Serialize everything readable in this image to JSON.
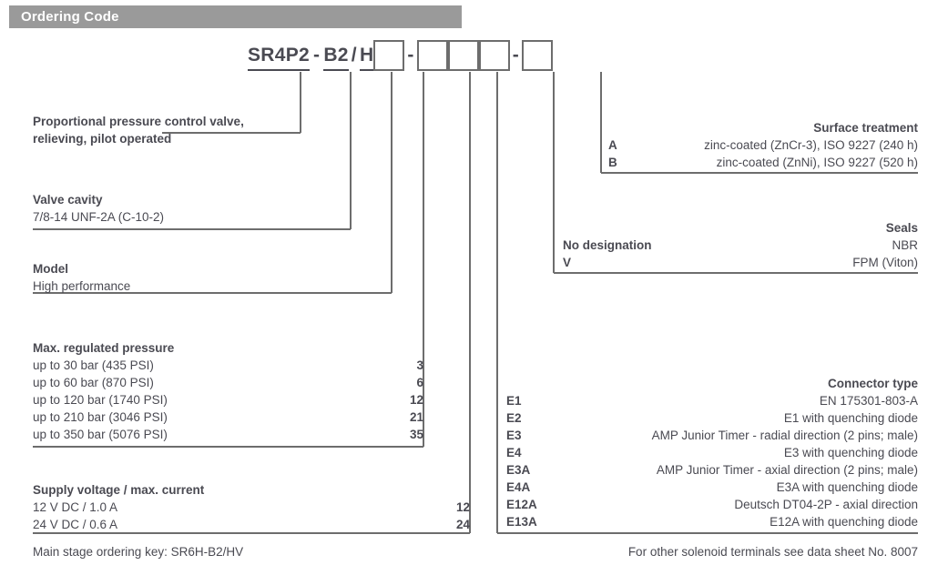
{
  "header": {
    "title": "Ordering Code"
  },
  "code": {
    "segments": [
      "SR4P2",
      "-",
      "B2",
      "/",
      "H"
    ],
    "base": "SR4P2",
    "dash1": "-",
    "cavity": "B2",
    "slash": "/",
    "model": "H",
    "box_dash": "-",
    "boxes": [
      "",
      "",
      "",
      "",
      ""
    ]
  },
  "left": {
    "product": {
      "heading": "Proportional pressure control valve,",
      "heading2": "relieving, pilot operated"
    },
    "cavity": {
      "heading": "Valve cavity",
      "line": "7/8-14 UNF-2A (C-10-2)"
    },
    "model": {
      "heading": "Model",
      "line": "High performance"
    },
    "pressure": {
      "heading": "Max. regulated pressure",
      "rows": [
        {
          "label": "up to   30 bar (435 PSI)",
          "code": "3"
        },
        {
          "label": "up to   60 bar (870 PSI)",
          "code": "6"
        },
        {
          "label": "up to 120 bar (1740 PSI)",
          "code": "12"
        },
        {
          "label": "up to 210 bar (3046 PSI)",
          "code": "21"
        },
        {
          "label": "up to 350 bar (5076 PSI)",
          "code": "35"
        }
      ]
    },
    "voltage": {
      "heading": "Supply voltage / max. current",
      "rows": [
        {
          "label": "12 V DC / 1.0 A",
          "code": "12"
        },
        {
          "label": "24 V DC / 0.6 A",
          "code": "24"
        }
      ]
    }
  },
  "right": {
    "surface": {
      "heading": "Surface treatment",
      "rows": [
        {
          "key": "A",
          "desc": "zinc-coated (ZnCr-3), ISO 9227 (240 h)"
        },
        {
          "key": "B",
          "desc": "zinc-coated (ZnNi), ISO 9227 (520 h)"
        }
      ]
    },
    "seals": {
      "heading": "Seals",
      "rows": [
        {
          "key": "No designation",
          "desc": "NBR"
        },
        {
          "key": "V",
          "desc": "FPM (Viton)"
        }
      ]
    },
    "connector": {
      "heading": "Connector type",
      "rows": [
        {
          "key": "E1",
          "desc": "EN 175301-803-A"
        },
        {
          "key": "E2",
          "desc": "E1 with quenching diode"
        },
        {
          "key": "E3",
          "desc": "AMP Junior Timer - radial direction (2 pins; male)"
        },
        {
          "key": "E4",
          "desc": "E3 with quenching diode"
        },
        {
          "key": "E3A",
          "desc": "AMP Junior Timer - axial direction (2 pins; male)"
        },
        {
          "key": "E4A",
          "desc": "E3A with quenching diode"
        },
        {
          "key": "E12A",
          "desc": "Deutsch DT04-2P - axial direction"
        },
        {
          "key": "E13A",
          "desc": "E12A with quenching diode"
        }
      ]
    }
  },
  "footer": {
    "left": "Main stage ordering key: SR6H-B2/HV",
    "right": "For other solenoid terminals see data sheet No. 8007"
  },
  "colors": {
    "header_bg": "#9a9a9a",
    "text": "#4a4a52",
    "line": "#6d6d6d",
    "white": "#ffffff"
  }
}
